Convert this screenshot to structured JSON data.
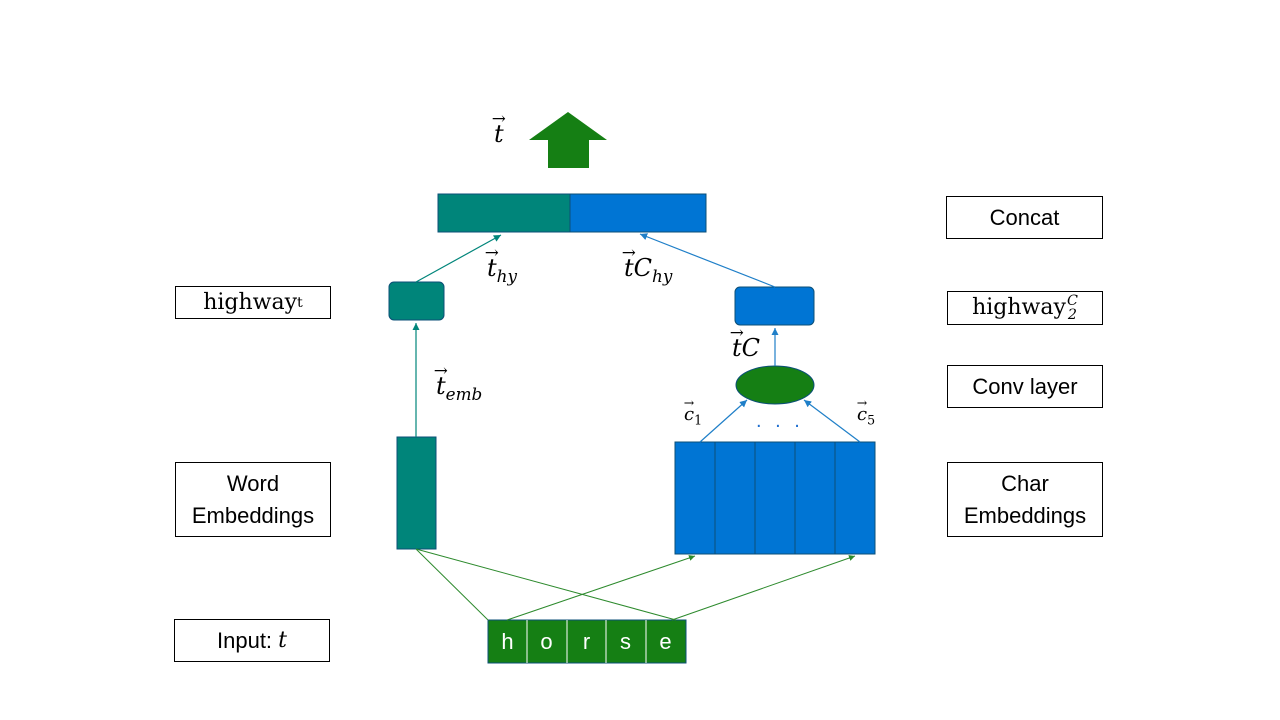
{
  "labels": {
    "concat": "Concat",
    "highway_t_base": "highway",
    "highway_t_sup": "t",
    "highway_c_base": "highway",
    "highway_c_sup": "C",
    "highway_c_sub": "2",
    "conv_layer": "Conv layer",
    "word_embeddings_line1": "Word",
    "word_embeddings_line2": "Embeddings",
    "char_embeddings_line1": "Char",
    "char_embeddings_line2": "Embeddings",
    "input_prefix": "Input: ",
    "input_var": "t"
  },
  "math": {
    "t_vec": "t",
    "t_hy_base": "t",
    "t_hy_sub": "hy",
    "tC_hy_vec": "t",
    "tC_hy_C": "C",
    "tC_hy_sub": "hy",
    "tC_vec": "t",
    "tC_C": "C",
    "t_emb_base": "t",
    "t_emb_sub": "emb",
    "c1_base": "c",
    "c1_sub": "1",
    "c5_base": "c",
    "c5_sub": "5",
    "ellipsis": ". . ."
  },
  "input_chars": [
    "h",
    "o",
    "r",
    "s",
    "e"
  ],
  "colors": {
    "word_teal": "#00857a",
    "char_blue": "#0075d4",
    "green": "#157f14",
    "edge_green": "#2d8a2d",
    "edge_blue": "#1f7fc8"
  }
}
